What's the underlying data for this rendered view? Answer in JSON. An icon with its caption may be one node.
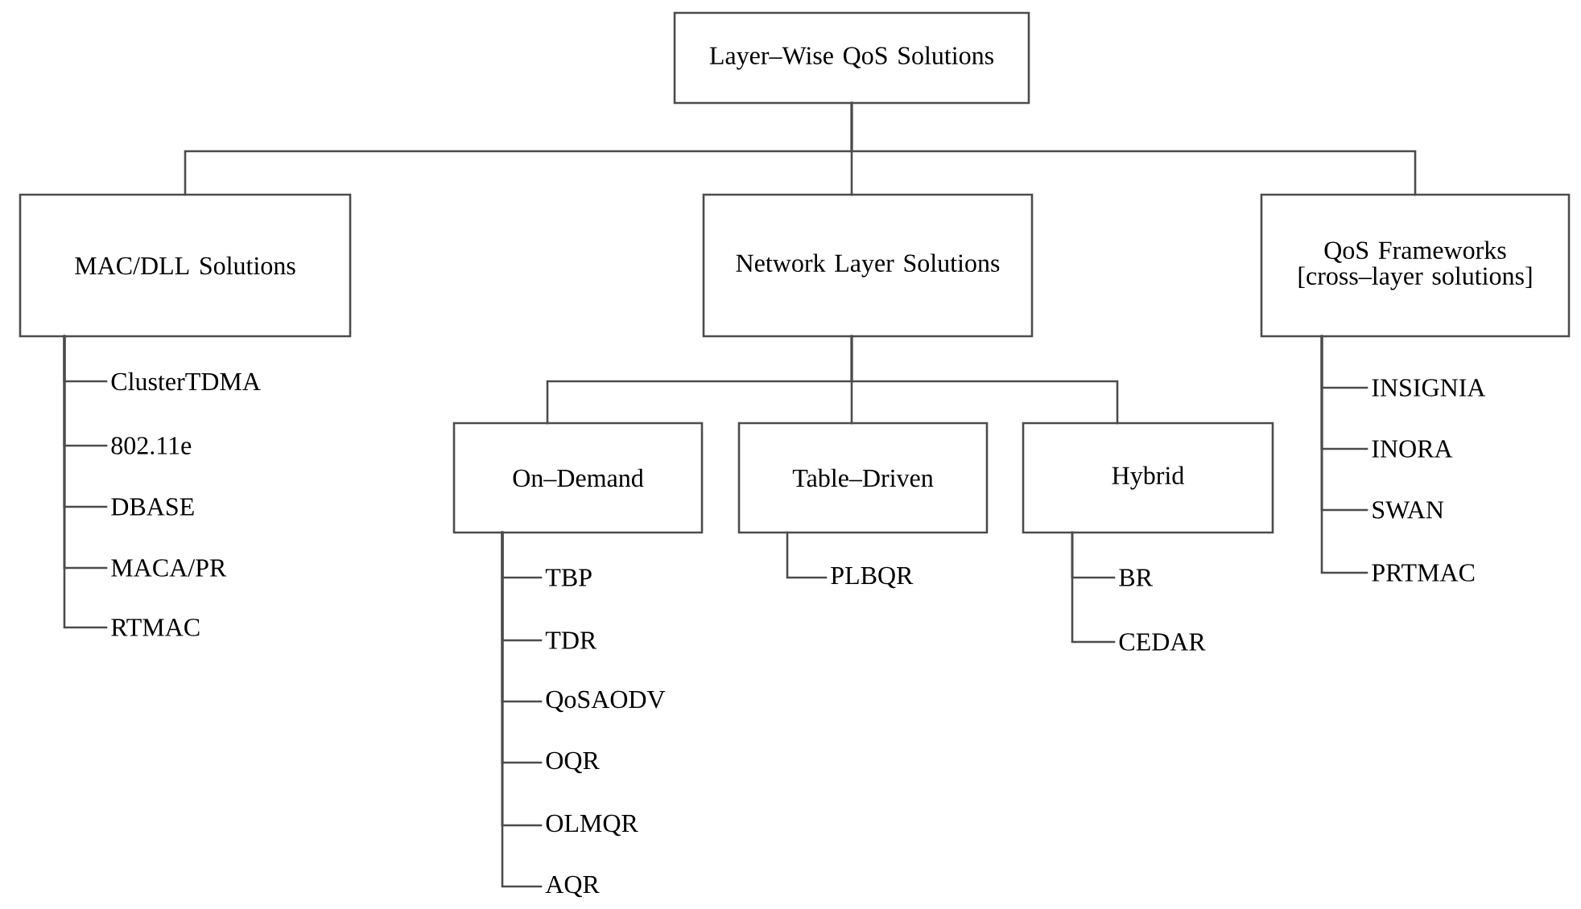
{
  "diagram": {
    "nodes": [
      {
        "text": [
          "Layer–Wise QoS Solutions"
        ]
      },
      {
        "text": [
          "MAC/DLL Solutions"
        ]
      },
      {
        "text": [
          "Network Layer Solutions"
        ]
      },
      {
        "text": [
          "QoS Frameworks [cross–layer solutions]"
        ]
      },
      {
        "text": [
          "ClusterTDMA"
        ]
      },
      {
        "text": [
          "802.11e"
        ]
      },
      {
        "text": [
          "DBASE"
        ]
      },
      {
        "text": [
          "MACA/PR"
        ]
      },
      {
        "text": [
          "RTMAC"
        ]
      },
      {
        "text": [
          "On–Demand"
        ]
      },
      {
        "text": [
          "Table–Driven"
        ]
      },
      {
        "text": [
          "Hybrid"
        ]
      },
      {
        "text": [
          "TBP"
        ]
      },
      {
        "text": [
          "TDR"
        ]
      },
      {
        "text": [
          "QoSAODV"
        ]
      },
      {
        "text": [
          "OQR"
        ]
      },
      {
        "text": [
          "OLMQR"
        ]
      },
      {
        "text": [
          "AQR"
        ]
      },
      {
        "text": [
          "PLBQR"
        ]
      },
      {
        "text": [
          "BR"
        ]
      },
      {
        "text": [
          "CEDAR"
        ]
      },
      {
        "text": [
          "INSIGNIA"
        ]
      },
      {
        "text": [
          "INORA"
        ]
      },
      {
        "text": [
          "SWAN"
        ]
      },
      {
        "text": [
          "PRTMAC"
        ]
      }
    ],
    "edges": [
      {
        "from": 0,
        "to": 1,
        "arrow": "none"
      },
      {
        "from": 0,
        "to": 2,
        "arrow": "none"
      },
      {
        "from": 0,
        "to": 3,
        "arrow": "none"
      },
      {
        "from": 1,
        "to": 4,
        "arrow": "none"
      },
      {
        "from": 1,
        "to": 5,
        "arrow": "none"
      },
      {
        "from": 1,
        "to": 6,
        "arrow": "none"
      },
      {
        "from": 1,
        "to": 7,
        "arrow": "none"
      },
      {
        "from": 1,
        "to": 8,
        "arrow": "none"
      },
      {
        "from": 2,
        "to": 9,
        "arrow": "none"
      },
      {
        "from": 2,
        "to": 10,
        "arrow": "none"
      },
      {
        "from": 2,
        "to": 11,
        "arrow": "none"
      },
      {
        "from": 9,
        "to": 12,
        "arrow": "none"
      },
      {
        "from": 9,
        "to": 13,
        "arrow": "none"
      },
      {
        "from": 9,
        "to": 14,
        "arrow": "none"
      },
      {
        "from": 9,
        "to": 15,
        "arrow": "none"
      },
      {
        "from": 9,
        "to": 16,
        "arrow": "none"
      },
      {
        "from": 9,
        "to": 17,
        "arrow": "none"
      },
      {
        "from": 10,
        "to": 18,
        "arrow": "none"
      },
      {
        "from": 11,
        "to": 19,
        "arrow": "none"
      },
      {
        "from": 11,
        "to": 20,
        "arrow": "none"
      },
      {
        "from": 3,
        "to": 21,
        "arrow": "none"
      },
      {
        "from": 3,
        "to": 22,
        "arrow": "none"
      },
      {
        "from": 3,
        "to": 23,
        "arrow": "none"
      },
      {
        "from": 3,
        "to": 24,
        "arrow": "none"
      }
    ]
  }
}
